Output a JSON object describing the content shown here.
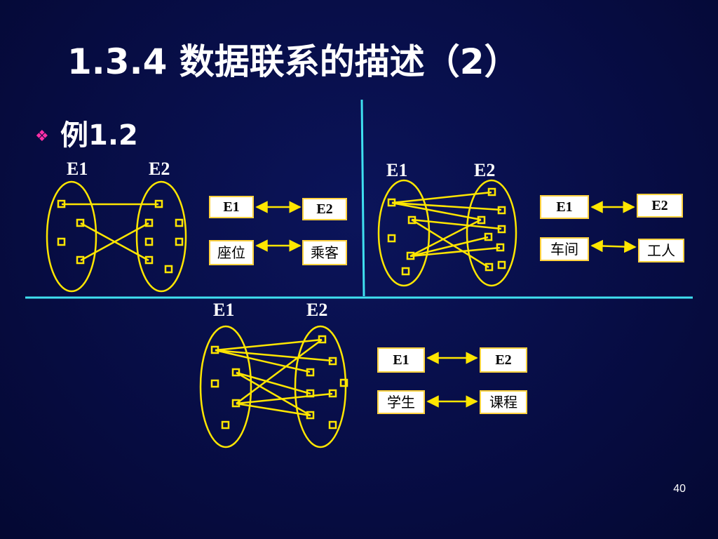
{
  "slide": {
    "title": "1.3.4 数据联系的描述（2）",
    "bullet_icon": "diamond-bullet-icon",
    "bullet_text": "例1.2",
    "page_number": "40"
  },
  "colors": {
    "background": "#050A3A",
    "accent_yellow": "#FFE600",
    "divider_cyan": "#3FE0F0",
    "bullet_pink": "#FF2FA7"
  },
  "diagrams": {
    "one_to_one": {
      "e1_label": "E1",
      "e2_label": "E2",
      "legend": {
        "left_top": "E1",
        "right_top": "E2",
        "left_bottom": "座位",
        "right_bottom": "乘客"
      }
    },
    "one_to_many": {
      "e1_label": "E1",
      "e2_label": "E2",
      "legend": {
        "left_top": "E1",
        "right_top": "E2",
        "left_bottom": "车间",
        "right_bottom": "工人"
      }
    },
    "many_to_many": {
      "e1_label": "E1",
      "e2_label": "E2",
      "legend": {
        "left_top": "E1",
        "right_top": "E2",
        "left_bottom": "学生",
        "right_bottom": "课程"
      }
    }
  }
}
